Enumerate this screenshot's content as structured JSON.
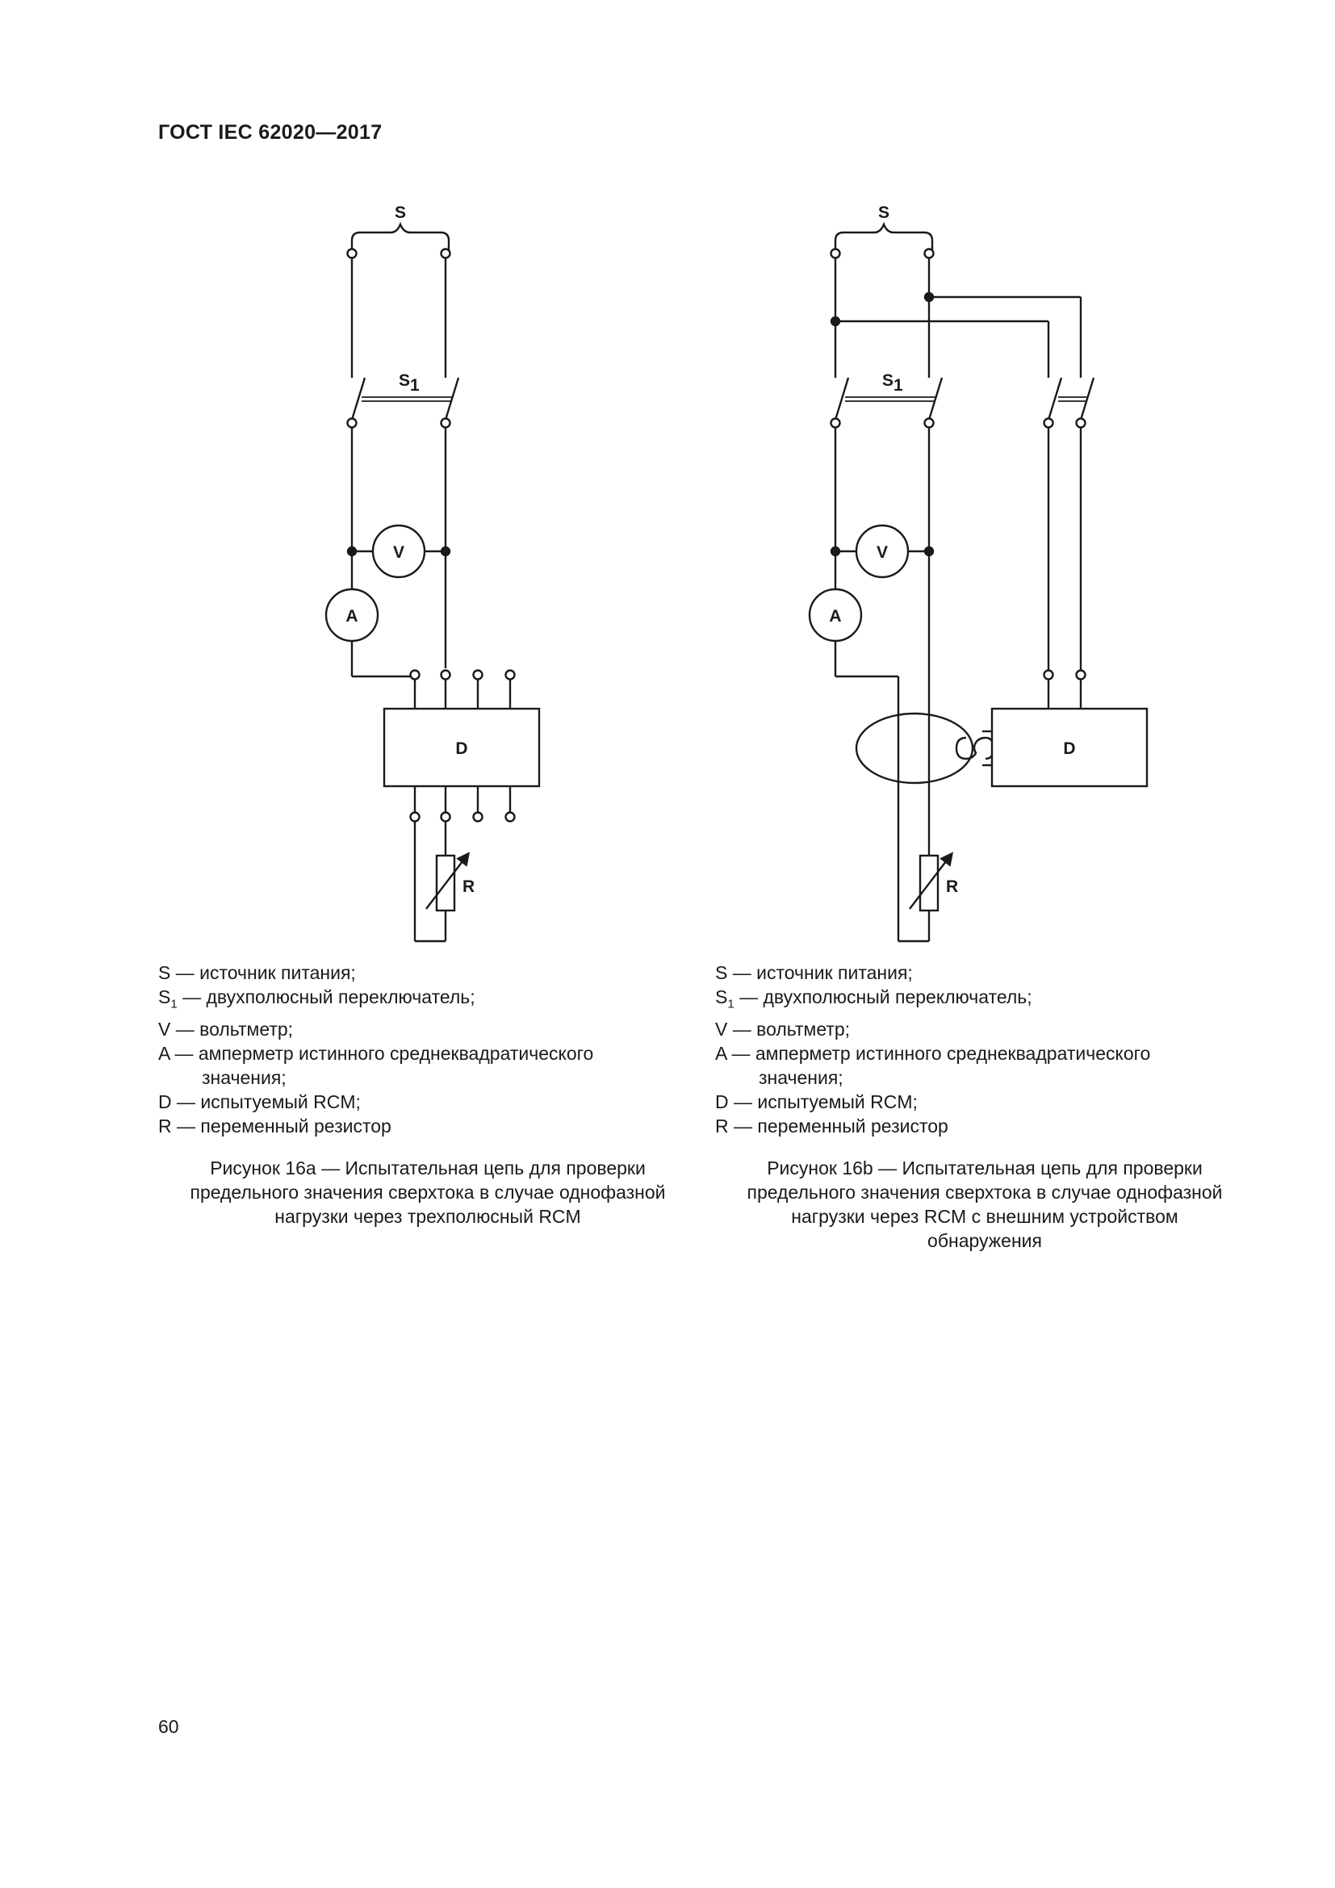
{
  "header": {
    "title": "ГОСТ IEC 62020—2017"
  },
  "figure_a": {
    "labels": {
      "S": "S",
      "S1": "S",
      "S1_sub": "1",
      "V": "V",
      "A": "A",
      "D": "D",
      "R": "R"
    },
    "legend": [
      {
        "symbol": "S",
        "sub": "",
        "text": " — источник питания;"
      },
      {
        "symbol": "S",
        "sub": "1",
        "text": " — двухполюсный переключатель;"
      },
      {
        "symbol": "V",
        "sub": "",
        "text": " — вольтметр;"
      },
      {
        "symbol": "A",
        "sub": "",
        "text": " — амперметр истинного среднеквадратического"
      },
      {
        "symbol": "",
        "sub": "",
        "text": "значения;"
      },
      {
        "symbol": "D",
        "sub": "",
        "text": " — испытуемый RCM;"
      },
      {
        "symbol": "R",
        "sub": "",
        "text": " — переменный резистор"
      }
    ],
    "caption": [
      "Рисунок 16a — Испытательная цепь для проверки",
      "предельного значения сверхтока в случае однофазной",
      "нагрузки через трехполюсный RCM"
    ]
  },
  "figure_b": {
    "labels": {
      "S": "S",
      "S1": "S",
      "S1_sub": "1",
      "V": "V",
      "A": "A",
      "D": "D",
      "R": "R"
    },
    "legend": [
      {
        "symbol": "S",
        "sub": "",
        "text": " — источник питания;"
      },
      {
        "symbol": "S",
        "sub": "1",
        "text": " — двухполюсный переключатель;"
      },
      {
        "symbol": "V",
        "sub": "",
        "text": " — вольтметр;"
      },
      {
        "symbol": "A",
        "sub": "",
        "text": " — амперметр истинного среднеквадратического"
      },
      {
        "symbol": "",
        "sub": "",
        "text": "значения;"
      },
      {
        "symbol": "D",
        "sub": "",
        "text": " — испытуемый RCM;"
      },
      {
        "symbol": "R",
        "sub": "",
        "text": " — переменный резистор"
      }
    ],
    "caption": [
      "Рисунок 16b — Испытательная цепь для проверки",
      "предельного значения сверхтока в случае однофазной",
      "нагрузки через RCM с внешним устройством",
      "обнаружения"
    ]
  },
  "page_number": "60"
}
